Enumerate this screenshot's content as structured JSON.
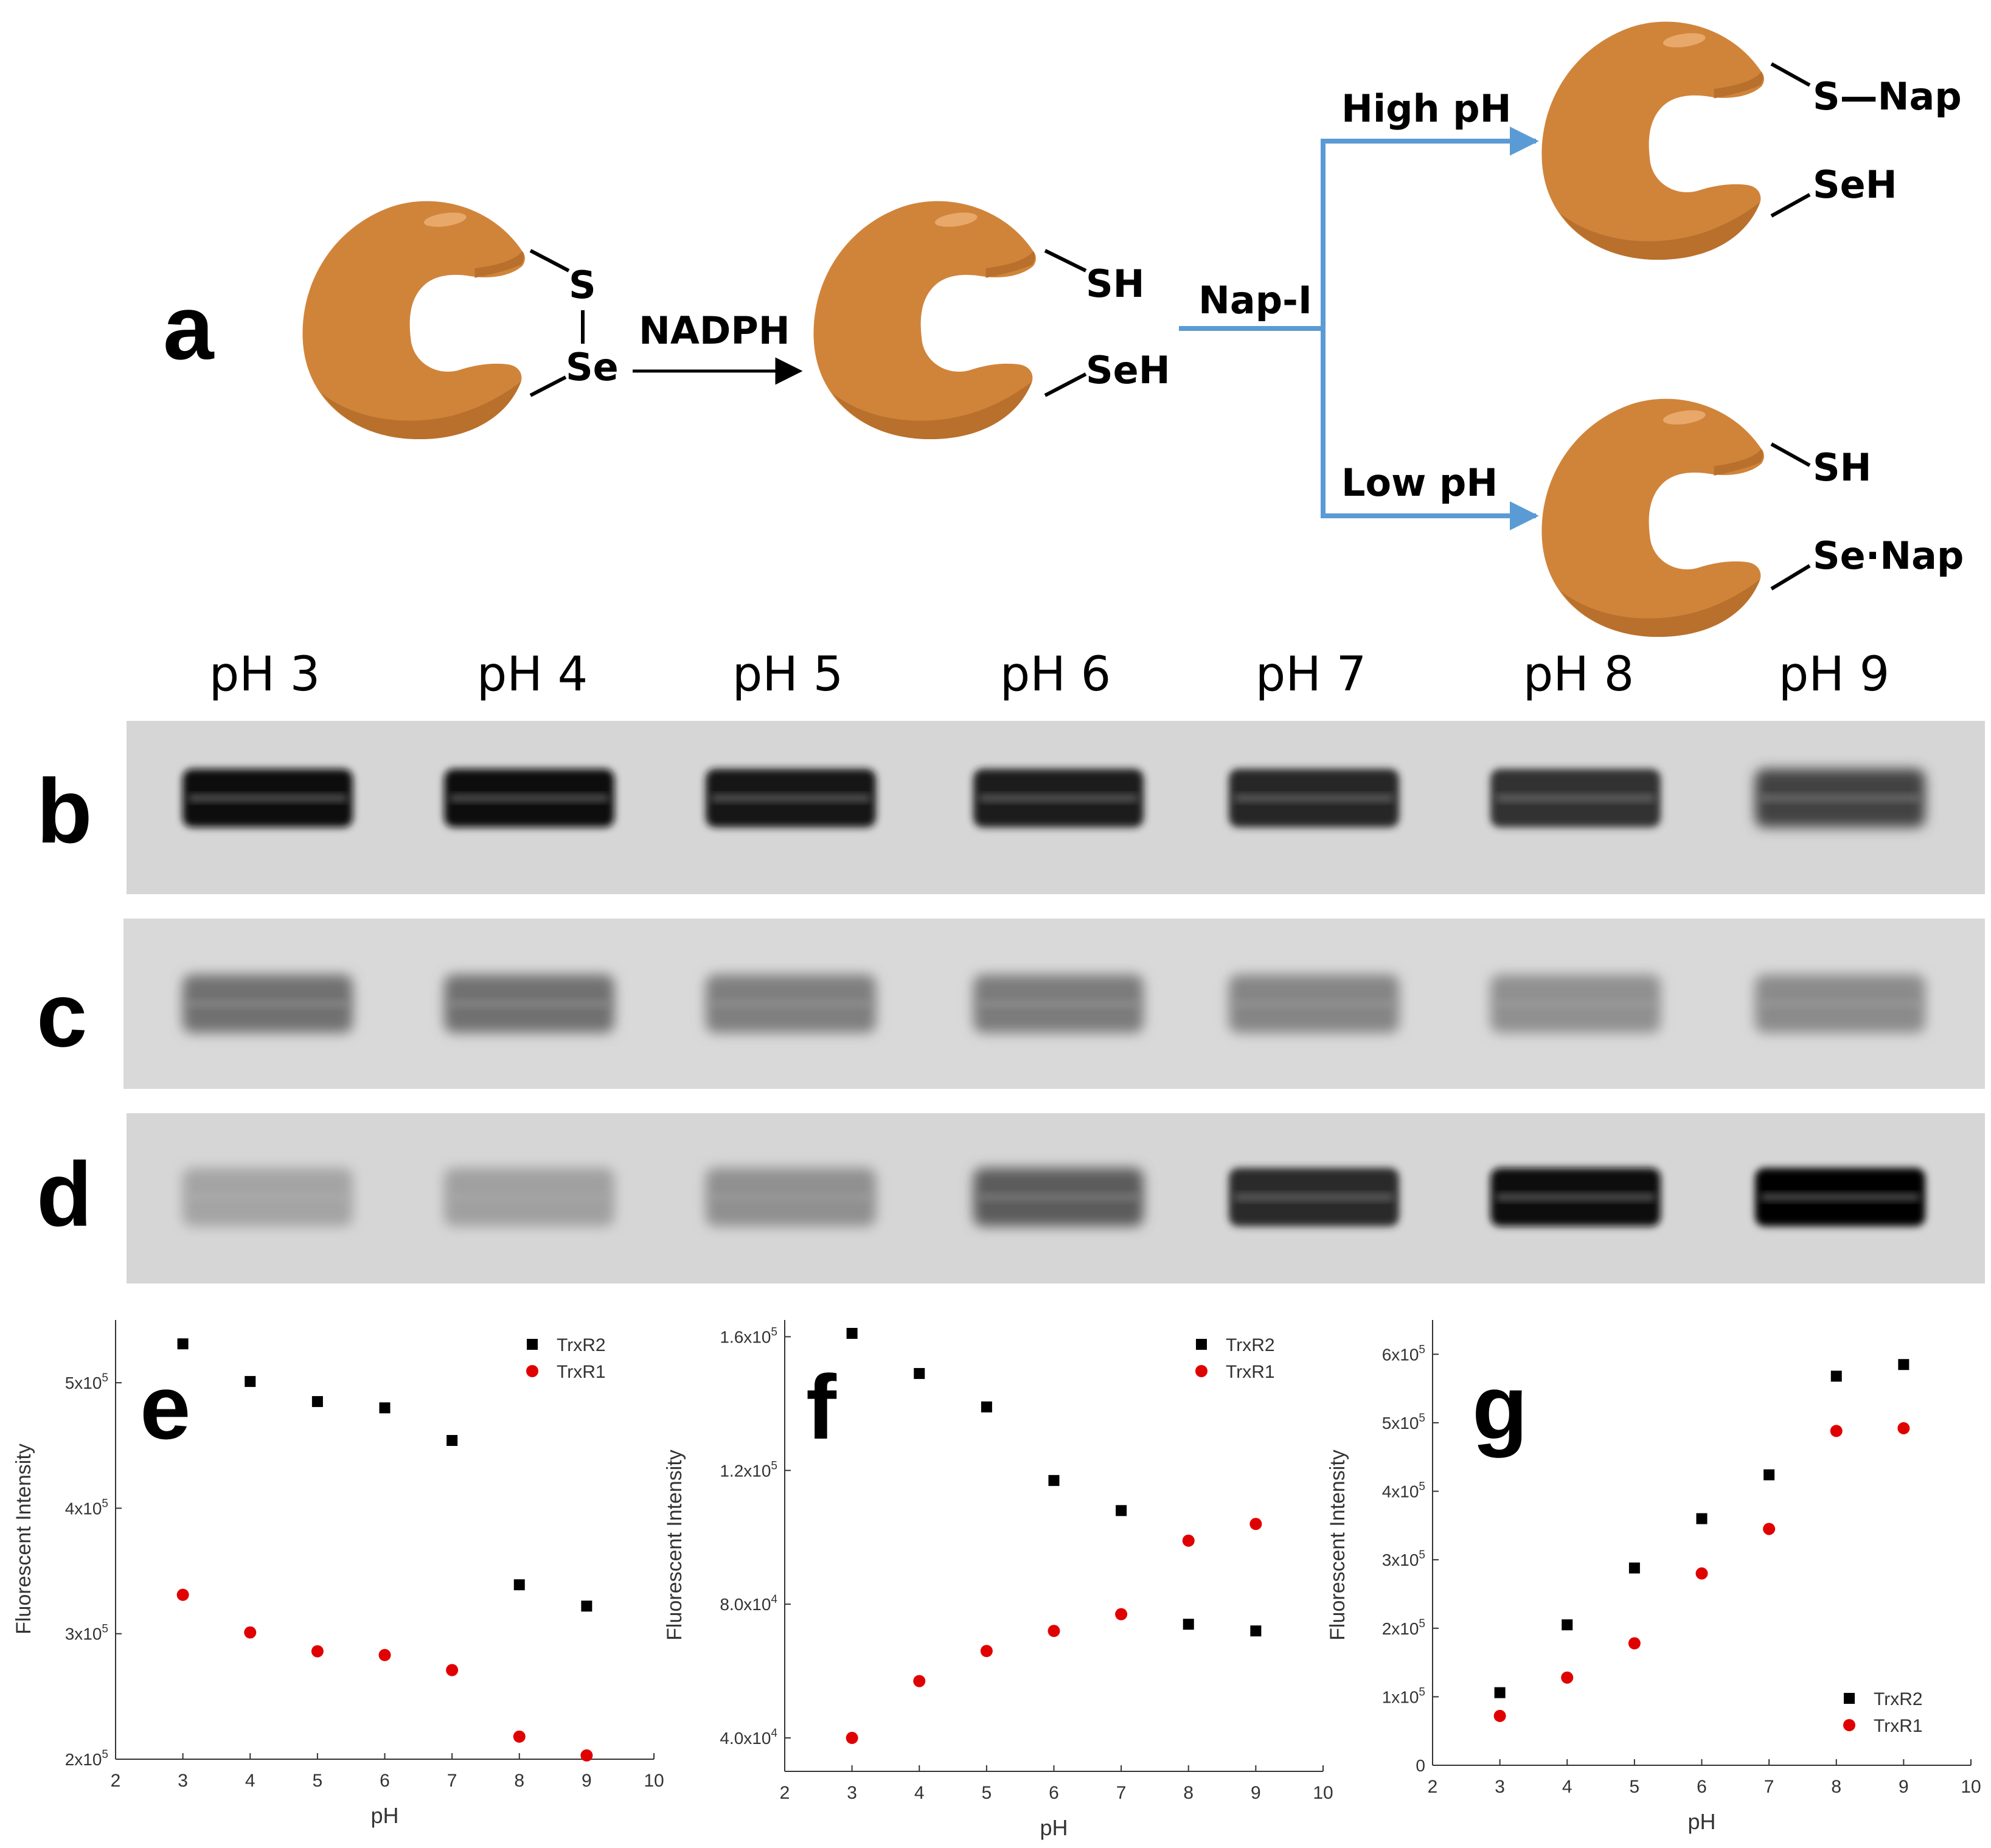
{
  "panel_labels": {
    "a": "a",
    "b": "b",
    "c": "c",
    "d": "d",
    "e": "e",
    "f": "f",
    "g": "g"
  },
  "scheme": {
    "reagent_1": "NADPH",
    "reagent_2": "Nap-I",
    "branch_high": "High pH",
    "branch_low": "Low pH",
    "start_s": "S",
    "start_se": "Se",
    "mid_top": "SH",
    "mid_bottom": "SeH",
    "high_top": "S—Nap",
    "high_bottom": "SeH",
    "low_top": "SH",
    "low_bottom": "Se·Nap",
    "colors": {
      "protein": "#d0843a",
      "protein_dark": "#b8702c",
      "arrow_blue": "#5b9bd5"
    }
  },
  "gel": {
    "lanes": [
      "pH 3",
      "pH 4",
      "pH 5",
      "pH 6",
      "pH 7",
      "pH 8",
      "pH 9"
    ],
    "rows": {
      "b": [
        0.95,
        0.92,
        0.9,
        0.85,
        0.82,
        0.75,
        0.68
      ],
      "c": [
        0.45,
        0.45,
        0.38,
        0.4,
        0.35,
        0.3,
        0.32
      ],
      "d": [
        0.2,
        0.22,
        0.3,
        0.55,
        0.8,
        0.95,
        1.0
      ]
    }
  },
  "chart_data": [
    {
      "type": "scatter",
      "panel": "e",
      "xlabel": "pH",
      "ylabel": "Fluorescent Intensity",
      "xlim": [
        2,
        10
      ],
      "ylim": [
        200000,
        550000
      ],
      "xticks": [
        "2",
        "3",
        "4",
        "5",
        "6",
        "7",
        "8",
        "9",
        "10"
      ],
      "yticks": [
        {
          "value": 200000,
          "mant": "2x10",
          "exp": "5"
        },
        {
          "value": 300000,
          "mant": "3x10",
          "exp": "5"
        },
        {
          "value": 400000,
          "mant": "4x10",
          "exp": "5"
        },
        {
          "value": 500000,
          "mant": "5x10",
          "exp": "5"
        }
      ],
      "legend_position": "top-right",
      "series": [
        {
          "name": "TrxR2",
          "marker": "square",
          "color": "#000000",
          "x": [
            3,
            4,
            5,
            6,
            7,
            8,
            9
          ],
          "y": [
            531000,
            501000,
            485000,
            480000,
            454000,
            339000,
            322000
          ]
        },
        {
          "name": "TrxR1",
          "marker": "circle",
          "color": "#e00000",
          "x": [
            3,
            4,
            5,
            6,
            7,
            8,
            9
          ],
          "y": [
            331000,
            301000,
            286000,
            283000,
            271000,
            218000,
            203000
          ]
        }
      ]
    },
    {
      "type": "scatter",
      "panel": "f",
      "xlabel": "pH",
      "ylabel": "Fluorescent Intensity",
      "xlim": [
        2,
        10
      ],
      "ylim": [
        30000,
        165000
      ],
      "xticks": [
        "2",
        "3",
        "4",
        "5",
        "6",
        "7",
        "8",
        "9",
        "10"
      ],
      "yticks": [
        {
          "value": 40000,
          "mant": "4.0x10",
          "exp": "4"
        },
        {
          "value": 80000,
          "mant": "8.0x10",
          "exp": "4"
        },
        {
          "value": 120000,
          "mant": "1.2x10",
          "exp": "5"
        },
        {
          "value": 160000,
          "mant": "1.6x10",
          "exp": "5"
        }
      ],
      "legend_position": "top-right",
      "series": [
        {
          "name": "TrxR2",
          "marker": "square",
          "color": "#000000",
          "x": [
            3,
            4,
            5,
            6,
            7,
            8,
            9
          ],
          "y": [
            161000,
            149000,
            139000,
            117000,
            108000,
            74000,
            72000
          ]
        },
        {
          "name": "TrxR1",
          "marker": "circle",
          "color": "#e00000",
          "x": [
            3,
            4,
            5,
            6,
            7,
            8,
            9
          ],
          "y": [
            40000,
            57000,
            66000,
            72000,
            77000,
            99000,
            104000
          ]
        }
      ]
    },
    {
      "type": "scatter",
      "panel": "g",
      "xlabel": "pH",
      "ylabel": "Fluorescent Intensity",
      "xlim": [
        2,
        10
      ],
      "ylim": [
        0,
        650000
      ],
      "xticks": [
        "2",
        "3",
        "4",
        "5",
        "6",
        "7",
        "8",
        "9",
        "10"
      ],
      "yticks": [
        {
          "value": 0,
          "mant": "0",
          "exp": ""
        },
        {
          "value": 100000,
          "mant": "1x10",
          "exp": "5"
        },
        {
          "value": 200000,
          "mant": "2x10",
          "exp": "5"
        },
        {
          "value": 300000,
          "mant": "3x10",
          "exp": "5"
        },
        {
          "value": 400000,
          "mant": "4x10",
          "exp": "5"
        },
        {
          "value": 500000,
          "mant": "5x10",
          "exp": "5"
        },
        {
          "value": 600000,
          "mant": "6x10",
          "exp": "5"
        }
      ],
      "legend_position": "bottom-right",
      "series": [
        {
          "name": "TrxR2",
          "marker": "square",
          "color": "#000000",
          "x": [
            3,
            4,
            5,
            6,
            7,
            8,
            9
          ],
          "y": [
            106000,
            205000,
            288000,
            360000,
            424000,
            568000,
            585000
          ]
        },
        {
          "name": "TrxR1",
          "marker": "circle",
          "color": "#e00000",
          "x": [
            3,
            4,
            5,
            6,
            7,
            8,
            9
          ],
          "y": [
            72000,
            128000,
            178000,
            280000,
            345000,
            488000,
            492000
          ]
        }
      ]
    }
  ]
}
